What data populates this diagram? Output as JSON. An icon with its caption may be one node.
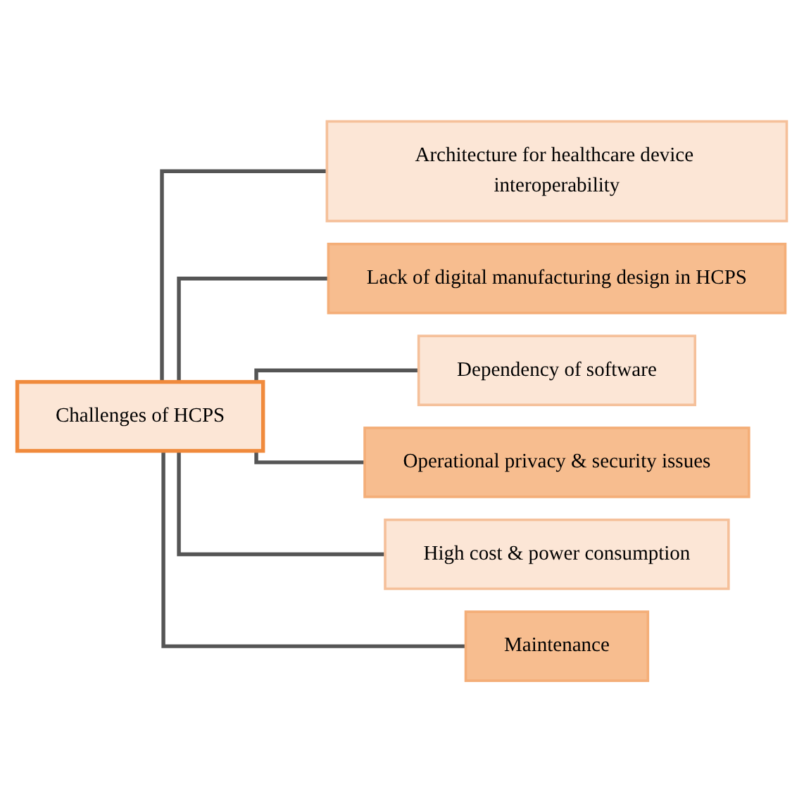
{
  "diagram": {
    "nodes": [
      {
        "text": [
          "Challenges of HCPS"
        ]
      },
      {
        "text": [
          "Architecture for healthcare device interoperability"
        ]
      },
      {
        "text": [
          "Lack of digital manufacturing design in HCPS"
        ]
      },
      {
        "text": [
          "Dependency of software"
        ]
      },
      {
        "text": [
          "Operational privacy & security issues"
        ]
      },
      {
        "text": [
          "High cost & power consumption"
        ]
      },
      {
        "text": [
          "Maintenance"
        ]
      }
    ],
    "edges": [
      {
        "from": 0,
        "to": 1,
        "arrow": "none"
      },
      {
        "from": 0,
        "to": 2,
        "arrow": "none"
      },
      {
        "from": 0,
        "to": 3,
        "arrow": "none"
      },
      {
        "from": 0,
        "to": 4,
        "arrow": "none"
      },
      {
        "from": 0,
        "to": 5,
        "arrow": "none"
      },
      {
        "from": 0,
        "to": 6,
        "arrow": "none"
      }
    ]
  }
}
